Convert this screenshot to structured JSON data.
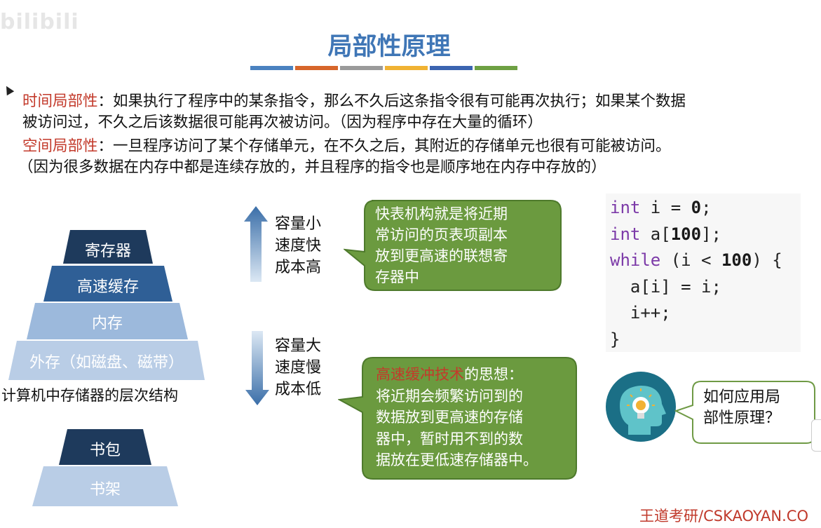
{
  "watermark": "bilibili",
  "title": "局部性原理",
  "accent_bars": [
    "#4a82c0",
    "#d7662b",
    "#9a9a9a",
    "#f0b233",
    "#3b64b0",
    "#6ea043"
  ],
  "paragraphs": {
    "time_term": "时间局部性",
    "time_text_1": "：如果执行了程序中的某条指令，那么不久后这条指令很有可能再次执行；如果某个数据",
    "time_text_2": "被访问过，不久之后该数据很可能再次被访问。（因为程序中存在大量的循环）",
    "space_term": "空间局部性",
    "space_text_1": "：一旦程序访问了某个存储单元，在不久之后，其附近的存储单元也很有可能被访问。",
    "space_text_2": "（因为很多数据在内存中都是连续存放的，并且程序的指令也是顺序地在内存中存放的）"
  },
  "pyramid": {
    "levels": [
      "寄存器",
      "高速缓存",
      "内存",
      "外存（如磁盘、磁带）"
    ],
    "caption": "计算机中存储器的层次结构"
  },
  "analogy": {
    "levels": [
      "书包",
      "书架"
    ]
  },
  "arrows": {
    "up": [
      "容量小",
      "速度快",
      "成本高"
    ],
    "down": [
      "容量大",
      "速度慢",
      "成本低"
    ]
  },
  "callout_tlb": [
    "快表机构就是将近期",
    "常访问的页表项副本",
    "放到更高速的联想寄",
    "存器中"
  ],
  "callout_cache": {
    "term": "高速缓冲技术",
    "after_term": "的思想：",
    "lines": [
      "将近期会频繁访问到的",
      "数据放到更高速的存储",
      "器中，暂时用不到的数",
      "据放在更低速存储器中。"
    ]
  },
  "code": {
    "line1": {
      "kw": "int",
      "rest": " i = ",
      "num": "0",
      "end": ";"
    },
    "line2": {
      "kw": "int",
      "rest": " a[",
      "num": "100",
      "end": "];"
    },
    "line3": {
      "kw": "while",
      "rest": " (i < ",
      "num": "100",
      "end": ") {"
    },
    "line4": "  a[i] = i;",
    "line5": "  i++;",
    "line6": "}"
  },
  "question": [
    "如何应用局",
    "部性原理？"
  ],
  "brand": "王道考研/CSKAOYAN.CO"
}
